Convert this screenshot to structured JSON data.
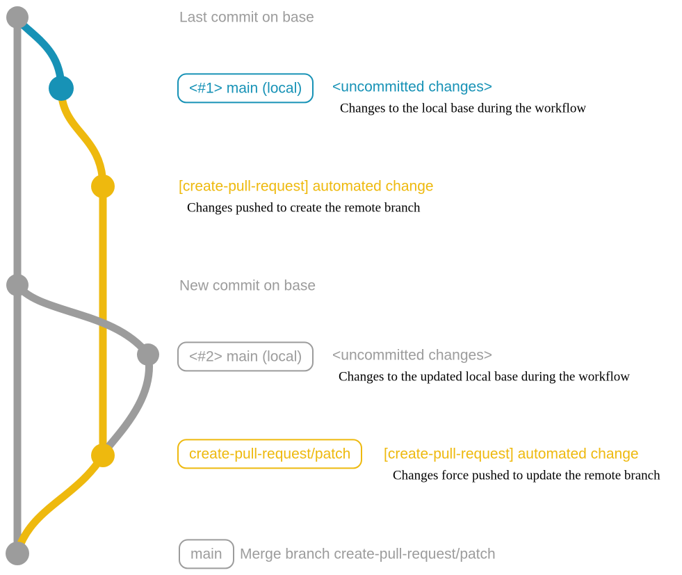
{
  "colors": {
    "teal": "#1792b6",
    "yellow": "#eeb90e",
    "gray": "#9c9c9c",
    "ink": "#000000",
    "background": "#ffffff"
  },
  "diagram": {
    "top_annotation": "Last commit on base",
    "branch1": {
      "badge": "<#1> main (local)",
      "status": "<uncommitted changes>",
      "caption": "Changes to the local base during the workflow"
    },
    "commit1": {
      "message": "[create-pull-request] automated change",
      "caption": "Changes pushed to create the remote branch"
    },
    "mid_annotation": "New commit on base",
    "branch2": {
      "badge": "<#2> main (local)",
      "status": "<uncommitted changes>",
      "caption": "Changes to the updated local base during the workflow"
    },
    "patch": {
      "badge": "create-pull-request/patch",
      "message": "[create-pull-request] automated change",
      "caption": "Changes force pushed to update the remote branch"
    },
    "merge": {
      "badge": "main",
      "message": "Merge branch create-pull-request/patch"
    },
    "commits": [
      {
        "name": "base-last-commit",
        "color": "gray"
      },
      {
        "name": "local-uncommitted-1",
        "color": "teal"
      },
      {
        "name": "patch-commit-1",
        "color": "yellow"
      },
      {
        "name": "base-new-commit",
        "color": "gray"
      },
      {
        "name": "local-uncommitted-2",
        "color": "gray"
      },
      {
        "name": "patch-commit-2",
        "color": "yellow"
      },
      {
        "name": "merge-commit",
        "color": "gray"
      }
    ]
  }
}
